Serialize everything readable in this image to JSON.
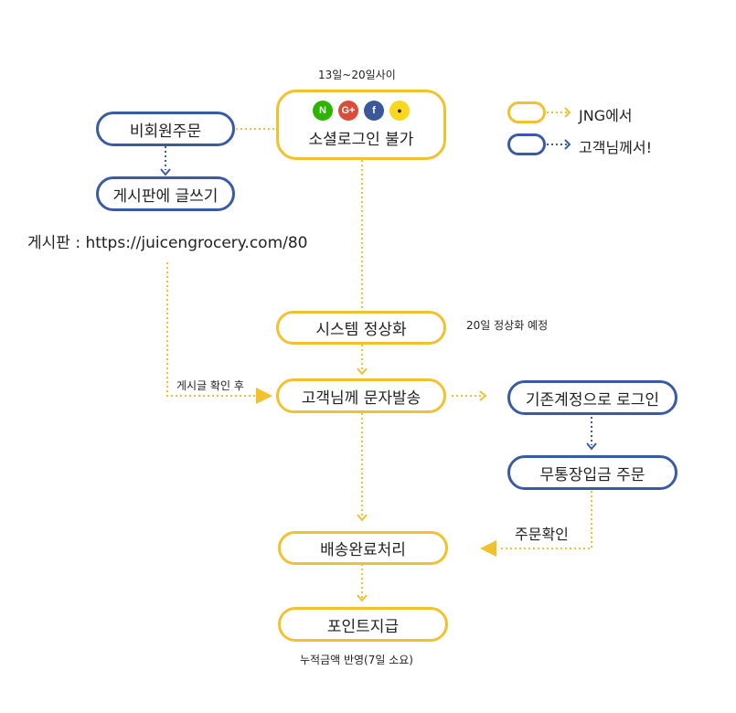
{
  "colors": {
    "yellow": "#f2c12e",
    "blue": "#3a5aa8"
  },
  "legend": {
    "jng": "JNG에서",
    "customer": "고객님께서!"
  },
  "top_note": "13일~20일사이",
  "social": {
    "label": "소셜로그인 불가",
    "icons": [
      {
        "name": "naver-icon",
        "glyph": "N",
        "color": "#2db400"
      },
      {
        "name": "google-plus-icon",
        "glyph": "G+",
        "color": "#dd4b39"
      },
      {
        "name": "facebook-icon",
        "glyph": "f",
        "color": "#3b5998"
      },
      {
        "name": "kakao-icon",
        "glyph": "●",
        "color": "#f9d71c"
      }
    ]
  },
  "nodes": {
    "guest_order": "비회원주문",
    "board_write": "게시판에 글쓰기",
    "system_normal": "시스템 정상화",
    "sms": "고객님께 문자발송",
    "existing_login": "기존계정으로 로그인",
    "bank_order": "무통장입금 주문",
    "delivery": "배송완료처리",
    "points": "포인트지급"
  },
  "notes": {
    "board_url": "게시판 : https://juicengrocery.com/80",
    "system_date": "20일 정상화 예정",
    "after_post": "게시글 확인 후",
    "order_check": "주문확인",
    "points_note": "누적금액 반영(7일 소요)"
  }
}
